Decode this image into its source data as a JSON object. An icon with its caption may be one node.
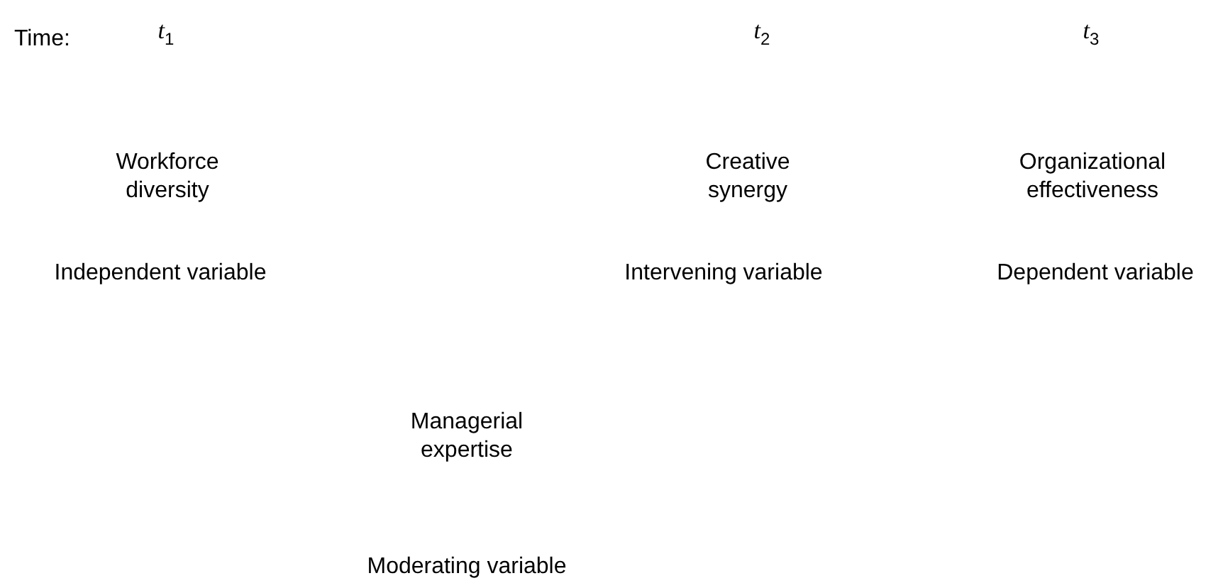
{
  "diagram": {
    "labels": [
      "Time:",
      "*t*$_{1}$",
      "*t*$_{2}$",
      "*t*$_{3}$",
      "Workforce diversity",
      "Creative synergy",
      "Organizational effectiveness",
      "Independent variable",
      "Intervening variable",
      "Dependent variable",
      "Managerial expertise",
      "Moderating variable"
    ]
  }
}
